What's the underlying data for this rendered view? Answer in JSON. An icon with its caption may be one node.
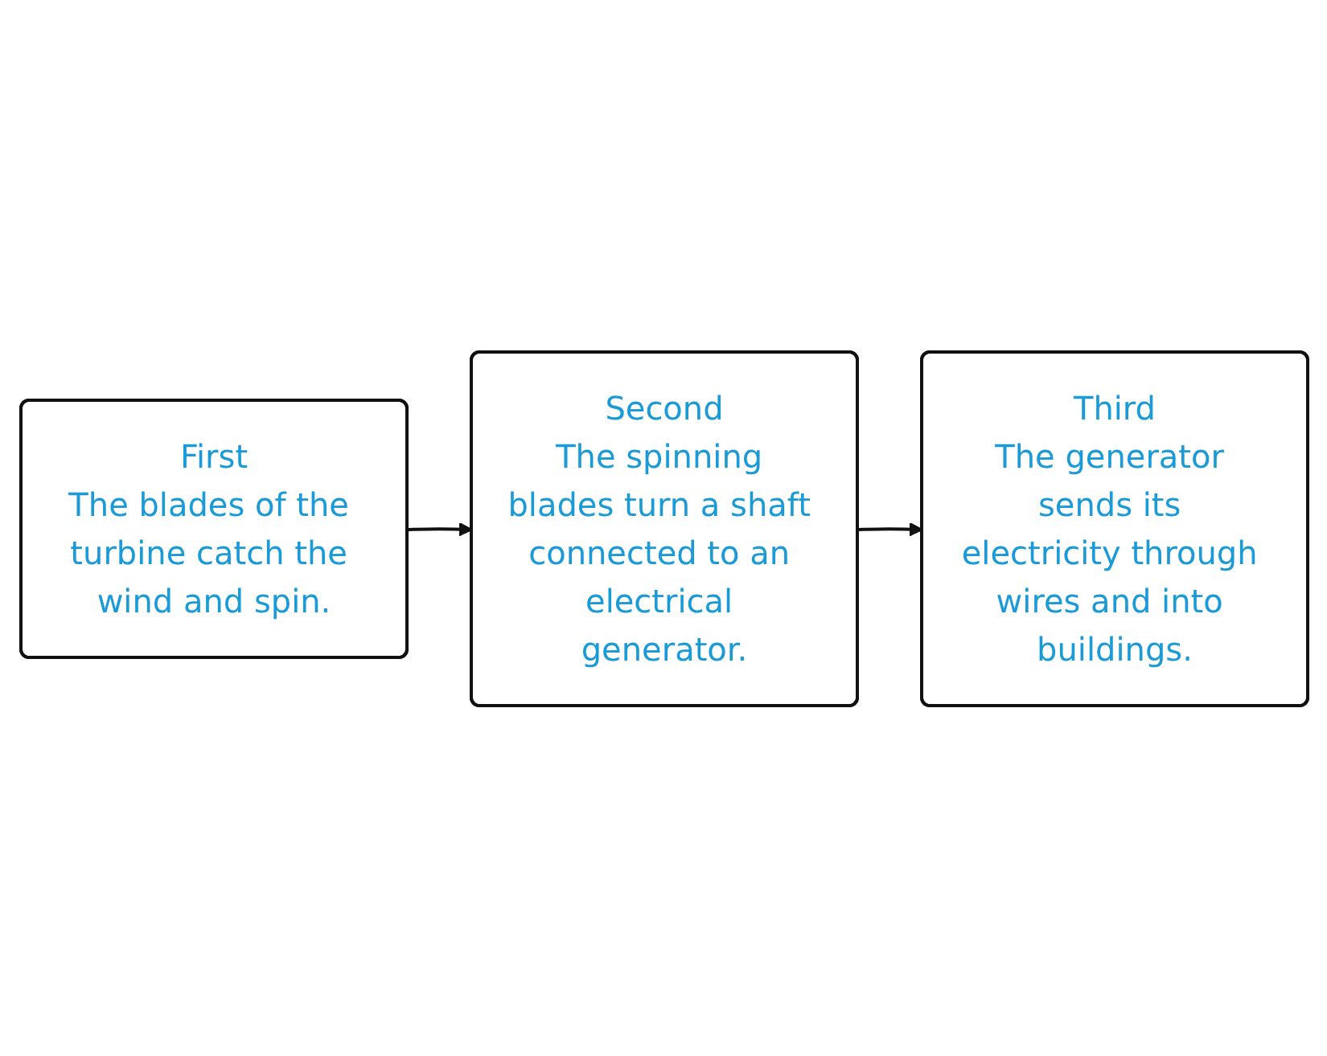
{
  "diagram": {
    "nodes": [
      {
        "text": [
          "First",
          "The blades of the turbine catch the wind and spin."
        ]
      },
      {
        "text": [
          "Second",
          "The spinning blades turn a shaft connected to an electrical generator."
        ]
      },
      {
        "text": [
          "Third",
          "The generator sends its electricity through wires and into buildings."
        ]
      }
    ],
    "edges": [
      {
        "from": 0,
        "to": 1,
        "arrow": "to"
      },
      {
        "from": 1,
        "to": 2,
        "arrow": "to"
      }
    ]
  }
}
